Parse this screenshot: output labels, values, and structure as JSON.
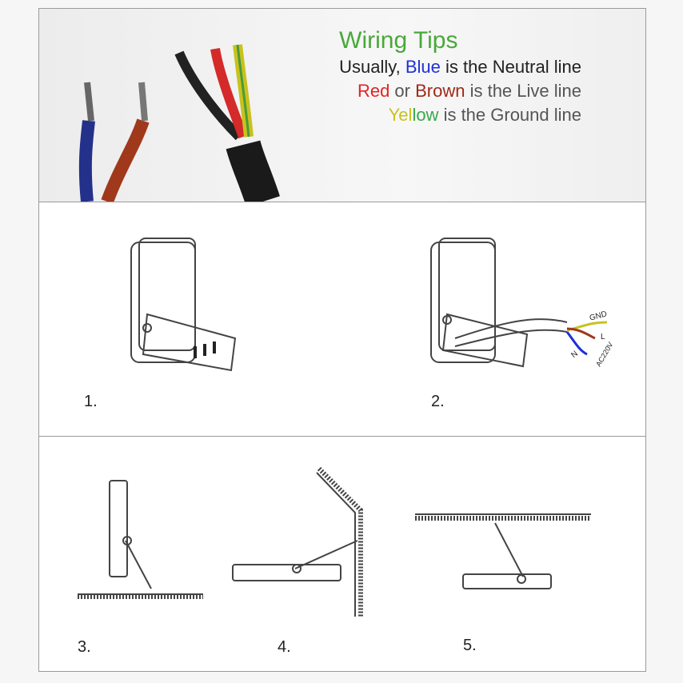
{
  "wiring_tips": {
    "title": "Wiring Tips",
    "line1": {
      "prefix": "Usually, ",
      "blue": "Blue",
      "suffix": " is the Neutral line"
    },
    "line2": {
      "red": "Red",
      "or": " or ",
      "brown": "Brown",
      "suffix": " is the Live line"
    },
    "line3": {
      "yel": "Yel",
      "low": "low",
      "suffix": " is the Ground line"
    }
  },
  "colors": {
    "title": "#4aa83a",
    "blue": "#1f2fd6",
    "red": "#e02424",
    "brown": "#a02a18",
    "yellow": "#c9c21e",
    "green": "#3aa84a"
  },
  "diagram_labels": {
    "gnd": "GND",
    "l": "L",
    "n": "N",
    "voltage": "AC220V"
  },
  "steps": [
    "1.",
    "2.",
    "3.",
    "4.",
    "5."
  ]
}
